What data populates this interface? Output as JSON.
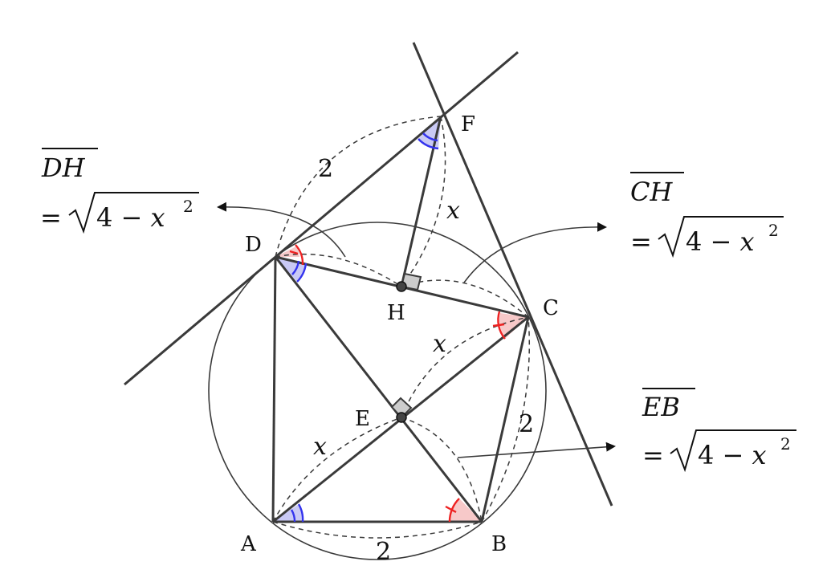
{
  "points": {
    "A": "A",
    "B": "B",
    "C": "C",
    "D": "D",
    "E": "E",
    "F": "F",
    "H": "H"
  },
  "segment_labels": {
    "AB": "2",
    "BC": "2",
    "DF": "2",
    "AE": "x",
    "EC": "x",
    "FH": "x"
  },
  "annotations": {
    "DH": {
      "name": "DH",
      "equals": "=",
      "sqrt_inner": "4 − ",
      "var": "x",
      "exp": "2"
    },
    "CH": {
      "name": "CH",
      "equals": "=",
      "sqrt_inner": "4 − ",
      "var": "x",
      "exp": "2"
    },
    "EB": {
      "name": "EB",
      "equals": "=",
      "sqrt_inner": "4 − ",
      "var": "x",
      "exp": "2"
    }
  },
  "colors": {
    "line": "#3a3a3a",
    "dashed": "#3a3a3a",
    "blue_angle": "#3333ee",
    "red_angle": "#ee2222",
    "red_fill": "#f7c9c9",
    "blue_fill": "#c9c9f5",
    "right_angle_fill": "#cccccc"
  }
}
